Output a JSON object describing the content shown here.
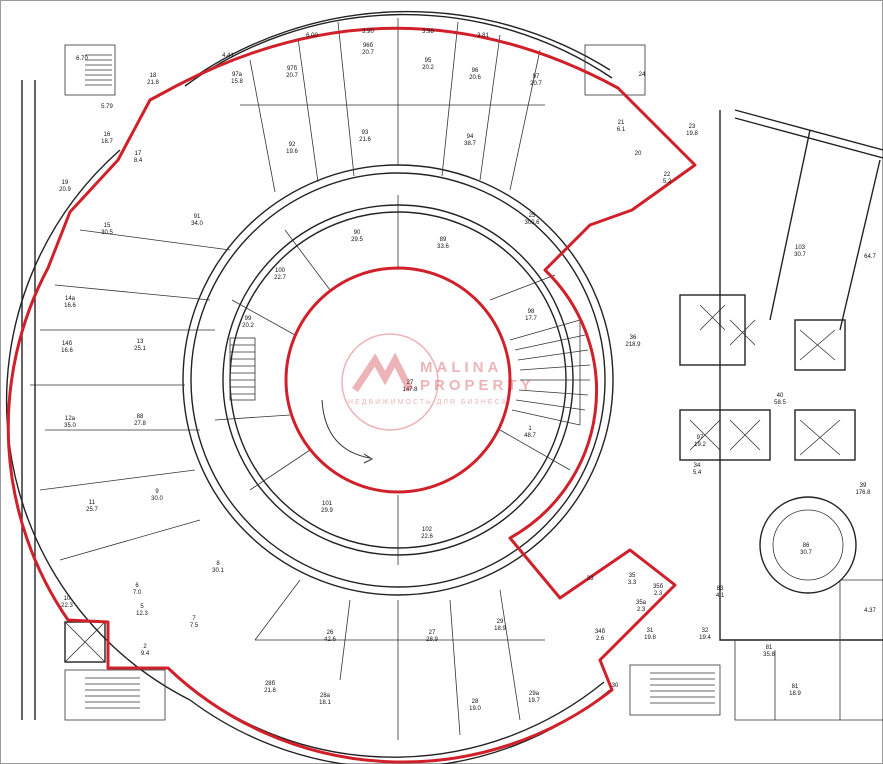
{
  "watermark": {
    "brand_line1": "MALINA",
    "brand_line2": "PROPERTY",
    "tagline": "НЕДВИЖИМОСТЬ ДЛЯ БИЗНЕСА",
    "accent_color": "#c92b35"
  },
  "highlight_color": "#d0202a",
  "rooms": [
    {
      "id": "r1",
      "num": "",
      "area": "6.70"
    },
    {
      "id": "r2",
      "num": "18",
      "area": "21.8"
    },
    {
      "id": "r3",
      "num": "",
      "area": "4.41"
    },
    {
      "id": "r4",
      "num": "",
      "area": "6.00"
    },
    {
      "id": "r5",
      "num": "",
      "area": "3.90"
    },
    {
      "id": "r6",
      "num": "",
      "area": "3.98"
    },
    {
      "id": "r7",
      "num": "",
      "area": "3.81"
    },
    {
      "id": "r8",
      "num": "97a",
      "area": "15.8"
    },
    {
      "id": "r9",
      "num": "97б",
      "area": "20.7"
    },
    {
      "id": "r10",
      "num": "96б",
      "area": "20.7"
    },
    {
      "id": "r11",
      "num": "95",
      "area": "20.2"
    },
    {
      "id": "r12",
      "num": "96",
      "area": "20.6"
    },
    {
      "id": "r13",
      "num": "97",
      "area": "20.7"
    },
    {
      "id": "r14",
      "num": "24",
      "area": ""
    },
    {
      "id": "r15",
      "num": "",
      "area": "5.79"
    },
    {
      "id": "r16",
      "num": "16",
      "area": "18.7"
    },
    {
      "id": "r17",
      "num": "94",
      "area": "38.7"
    },
    {
      "id": "r18",
      "num": "93",
      "area": "21.6"
    },
    {
      "id": "r19",
      "num": "92",
      "area": "19.6"
    },
    {
      "id": "r20",
      "num": "21",
      "area": "6.1"
    },
    {
      "id": "r21",
      "num": "23",
      "area": "19.8"
    },
    {
      "id": "r22",
      "num": "20",
      "area": ""
    },
    {
      "id": "r23",
      "num": "22",
      "area": "5.2"
    },
    {
      "id": "r24",
      "num": "19",
      "area": "20.9"
    },
    {
      "id": "r25",
      "num": "17",
      "area": "8.4"
    },
    {
      "id": "r26",
      "num": "15",
      "area": "30.5"
    },
    {
      "id": "r27",
      "num": "91",
      "area": "34.0"
    },
    {
      "id": "r28",
      "num": "90",
      "area": "29.5"
    },
    {
      "id": "r29",
      "num": "89",
      "area": "33.6"
    },
    {
      "id": "r30",
      "num": "25",
      "area": "300.6"
    },
    {
      "id": "r31",
      "num": "100",
      "area": "22.7"
    },
    {
      "id": "r32",
      "num": "99",
      "area": "20.2"
    },
    {
      "id": "r33",
      "num": "98",
      "area": "17.7"
    },
    {
      "id": "r34",
      "num": "14a",
      "area": "16.6"
    },
    {
      "id": "r35",
      "num": "14б",
      "area": "16.6"
    },
    {
      "id": "r36",
      "num": "13",
      "area": "25.1"
    },
    {
      "id": "r37",
      "num": "12а",
      "area": "35.0"
    },
    {
      "id": "r38",
      "num": "88",
      "area": "27.8"
    },
    {
      "id": "r39",
      "num": "27",
      "area": "147.8"
    },
    {
      "id": "r40",
      "num": "36",
      "area": "218.9"
    },
    {
      "id": "r41",
      "num": "103",
      "area": "30.7"
    },
    {
      "id": "r42",
      "num": "",
      "area": "64.7"
    },
    {
      "id": "r43",
      "num": "40",
      "area": "58.5"
    },
    {
      "id": "r44",
      "num": "39",
      "area": "176.8"
    },
    {
      "id": "r45",
      "num": "1",
      "area": "48.7"
    },
    {
      "id": "r46",
      "num": "97",
      "area": "19.2"
    },
    {
      "id": "r47",
      "num": "11",
      "area": "25.7"
    },
    {
      "id": "r48",
      "num": "9",
      "area": "30.0"
    },
    {
      "id": "r49",
      "num": "101",
      "area": "29.9"
    },
    {
      "id": "r50",
      "num": "102",
      "area": "22.6"
    },
    {
      "id": "r51",
      "num": "34",
      "area": "5.4"
    },
    {
      "id": "r52",
      "num": "86",
      "area": "30.7"
    },
    {
      "id": "r53",
      "num": "6",
      "area": "7.0"
    },
    {
      "id": "r54",
      "num": "8",
      "area": "30.1"
    },
    {
      "id": "r55",
      "num": "7",
      "area": "7.5"
    },
    {
      "id": "r56",
      "num": "5",
      "area": "12.3"
    },
    {
      "id": "r57",
      "num": "2",
      "area": "9.4"
    },
    {
      "id": "r58",
      "num": "10",
      "area": "22.3"
    },
    {
      "id": "r59",
      "num": "33",
      "area": ""
    },
    {
      "id": "r60",
      "num": "35",
      "area": "3.3"
    },
    {
      "id": "r61",
      "num": "35б",
      "area": "2.3"
    },
    {
      "id": "r62",
      "num": "35а",
      "area": "2.3"
    },
    {
      "id": "r63",
      "num": "34б",
      "area": "2.6"
    },
    {
      "id": "r64",
      "num": "32",
      "area": "19.4"
    },
    {
      "id": "r65",
      "num": "31",
      "area": "19.8"
    },
    {
      "id": "r66",
      "num": "26",
      "area": "42.6"
    },
    {
      "id": "r67",
      "num": "27",
      "area": "28.9"
    },
    {
      "id": "r68",
      "num": "29",
      "area": "18.9"
    },
    {
      "id": "r69",
      "num": "28б",
      "area": "21.8"
    },
    {
      "id": "r70",
      "num": "28а",
      "area": "18.1"
    },
    {
      "id": "r71",
      "num": "28",
      "area": "19.0"
    },
    {
      "id": "r72",
      "num": "29а",
      "area": "19.7"
    },
    {
      "id": "r73",
      "num": "30",
      "area": ""
    },
    {
      "id": "r74",
      "num": "81",
      "area": "35.8"
    },
    {
      "id": "r75",
      "num": "81",
      "area": "18.9"
    },
    {
      "id": "r76",
      "num": "83",
      "area": "4.1"
    },
    {
      "id": "r77",
      "num": "",
      "area": "4.37"
    }
  ]
}
